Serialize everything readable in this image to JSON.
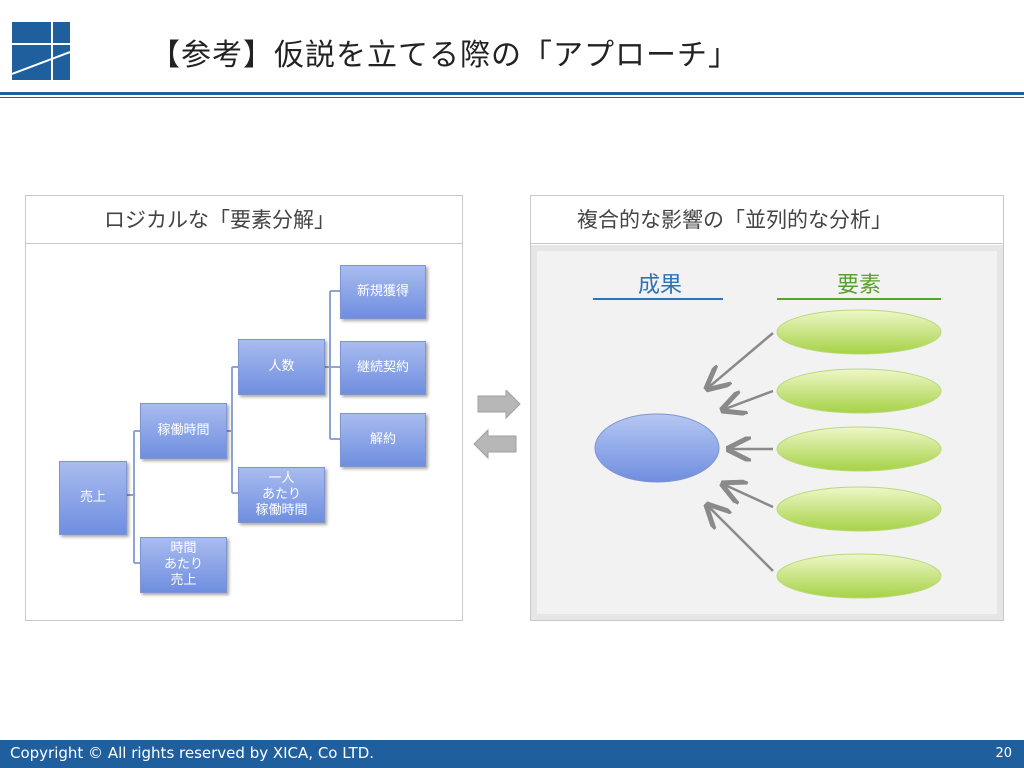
{
  "slide": {
    "title": "【参考】仮説を立てる際の「アプローチ」",
    "brand_color": "#1f5f9e",
    "footer_text": "Copyright © All rights reserved by XICA, Co LTD.",
    "page_number": "20"
  },
  "left_panel": {
    "heading": "ロジカルな「要素分解」",
    "nodes": {
      "sales": "売上",
      "work_hours": "稼働時間",
      "sales_per_hour": "時間\nあたり\n売上",
      "headcount": "人数",
      "hours_per_person": "一人\nあたり\n稼働時間",
      "new_acquisition": "新規獲得",
      "renewal": "継続契約",
      "cancellation": "解約"
    }
  },
  "center_arrows": {
    "icon": "swap-arrows-icon",
    "color": "#b7b7b7"
  },
  "right_panel": {
    "heading": "複合的な影響の「並列的な分析」",
    "result_label": "成果",
    "result_color": "#2e74b5",
    "factor_label": "要素",
    "factor_color": "#5aa02c"
  }
}
